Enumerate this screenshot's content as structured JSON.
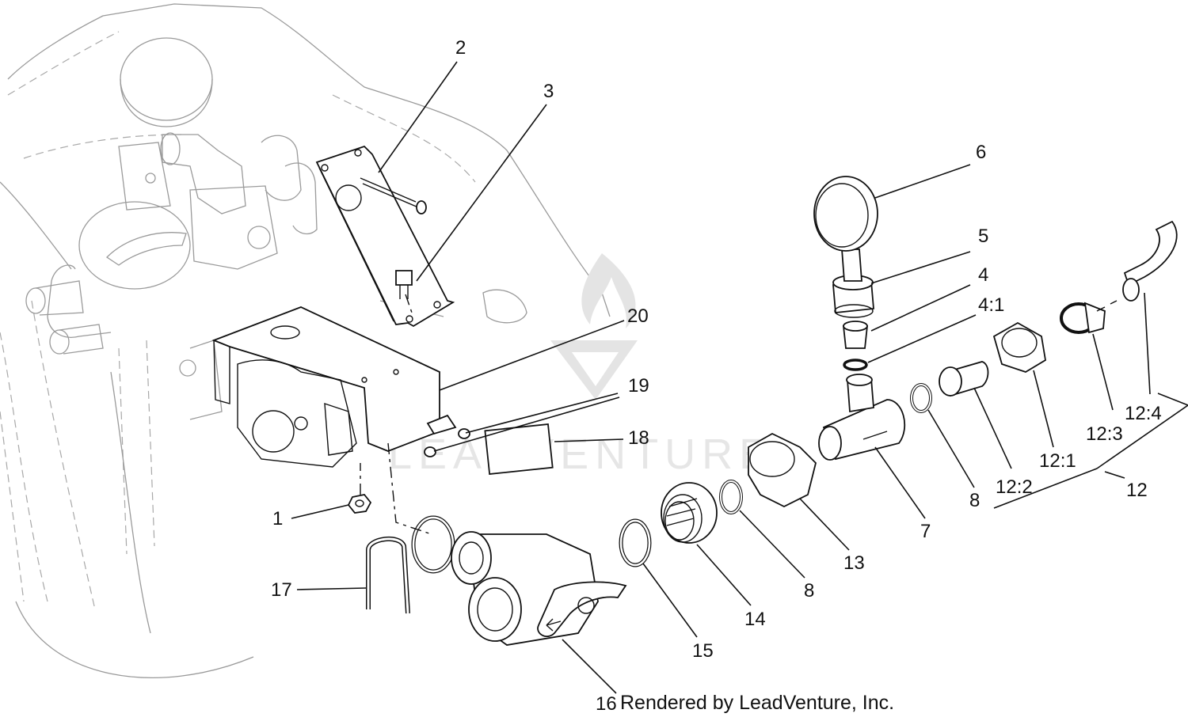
{
  "watermark": {
    "brand": "LEADVENTURE"
  },
  "credit": "Rendered by LeadVenture, Inc.",
  "callouts": {
    "c1": "1",
    "c2": "2",
    "c3": "3",
    "c4": "4",
    "c4_1": "4:1",
    "c5": "5",
    "c6": "6",
    "c7": "7",
    "c8a": "8",
    "c8b": "8",
    "c12": "12",
    "c12_1": "12:1",
    "c12_2": "12:2",
    "c12_3": "12:3",
    "c12_4": "12:4",
    "c13": "13",
    "c14": "14",
    "c15": "15",
    "c16": "16",
    "c17": "17",
    "c18": "18",
    "c19": "19",
    "c20": "20"
  }
}
